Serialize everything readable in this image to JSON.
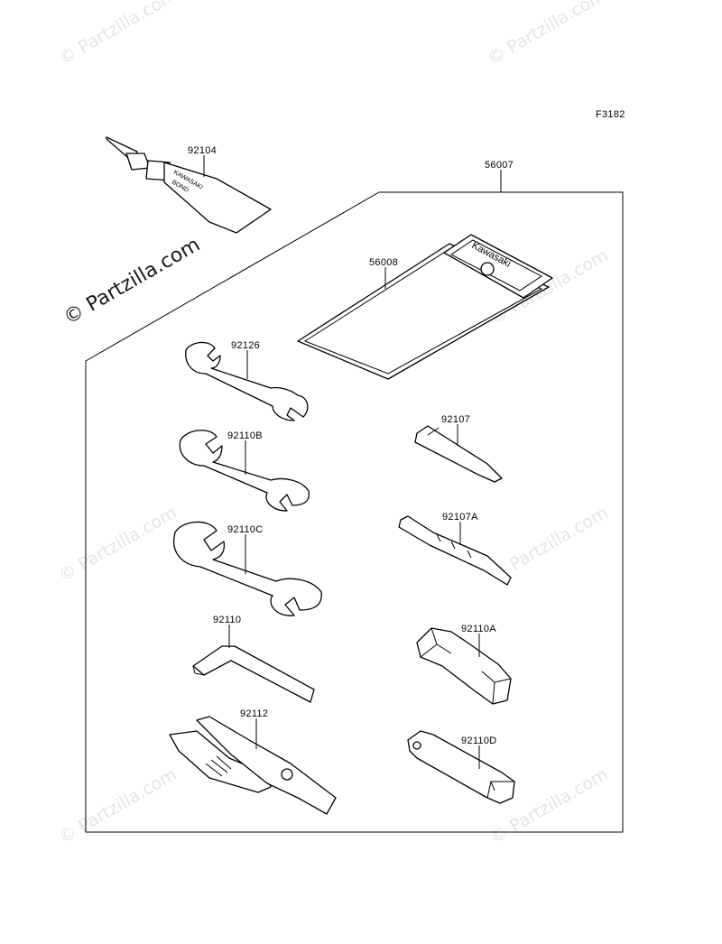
{
  "figure_code": "F3182",
  "watermark": "© Partzilla.com",
  "main_watermark": "© Partzilla.com",
  "callouts": {
    "bond": "92104",
    "tool_kit": "56007",
    "tool_case": "56008",
    "wrench_a": "92126",
    "wrench_b": "92110B",
    "wrench_c": "92110C",
    "hex_key": "92110",
    "pliers": "92112",
    "screwdriver_bit": "92107",
    "screwdriver": "92107A",
    "plug_wrench": "92110A",
    "box_wrench": "92110D"
  },
  "tube_text": [
    "KAWASAKI",
    "BOND"
  ],
  "case_text": "Kawasaki"
}
